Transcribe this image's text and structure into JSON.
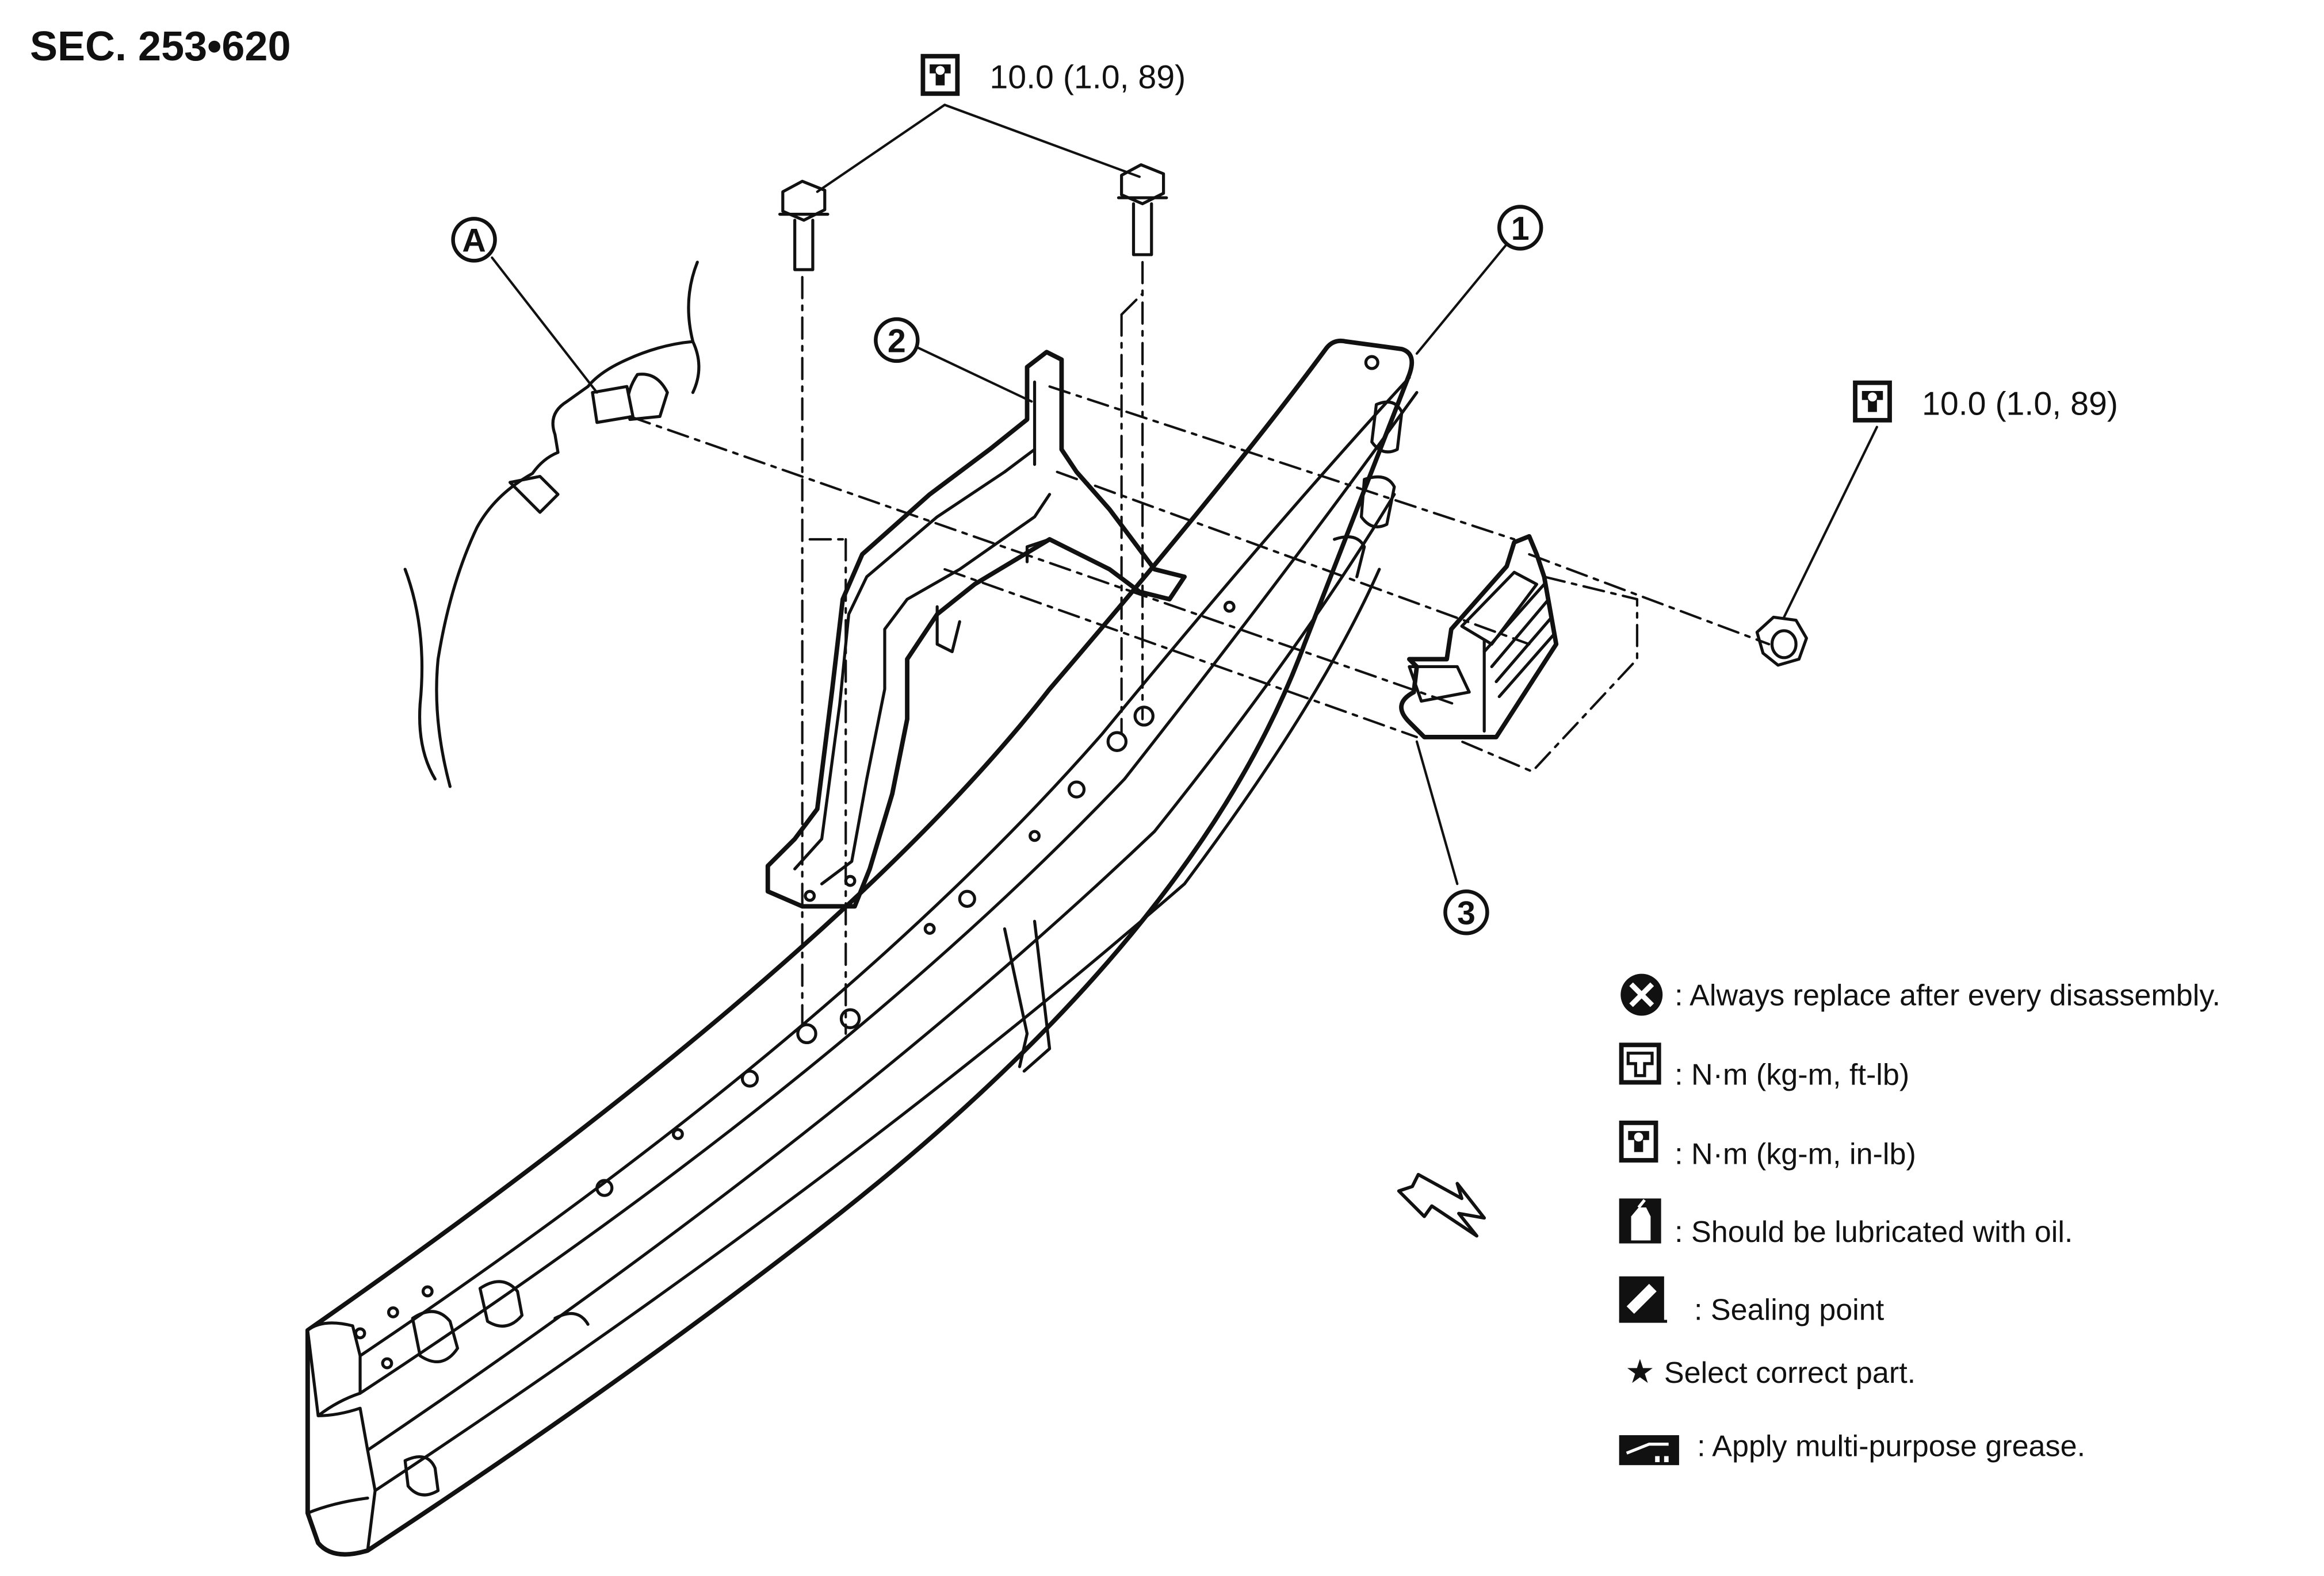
{
  "section_label": "SEC. 253•620",
  "torque_bolts": "10.0 (1.0, 89)",
  "torque_nut": "10.0 (1.0, 89)",
  "callouts": {
    "a": "A",
    "one": "1",
    "two": "2",
    "three": "3"
  },
  "legend": [
    {
      "icon": "always-replace-icon",
      "text": ": Always replace after every disassembly."
    },
    {
      "icon": "torque-ft-lb-icon",
      "text": ": N·m (kg-m, ft-lb)"
    },
    {
      "icon": "torque-in-lb-icon",
      "text": ": N·m (kg-m, in-lb)"
    },
    {
      "icon": "oil-icon",
      "text": ": Should be lubricated with oil."
    },
    {
      "icon": "sealing-icon",
      "text": ": Sealing point"
    },
    {
      "icon": "star-icon",
      "text": "Select correct part.",
      "glyph": "★"
    },
    {
      "icon": "grease-icon",
      "text": ": Apply multi-purpose grease."
    }
  ],
  "front_arrow": "front-direction-arrow-icon"
}
